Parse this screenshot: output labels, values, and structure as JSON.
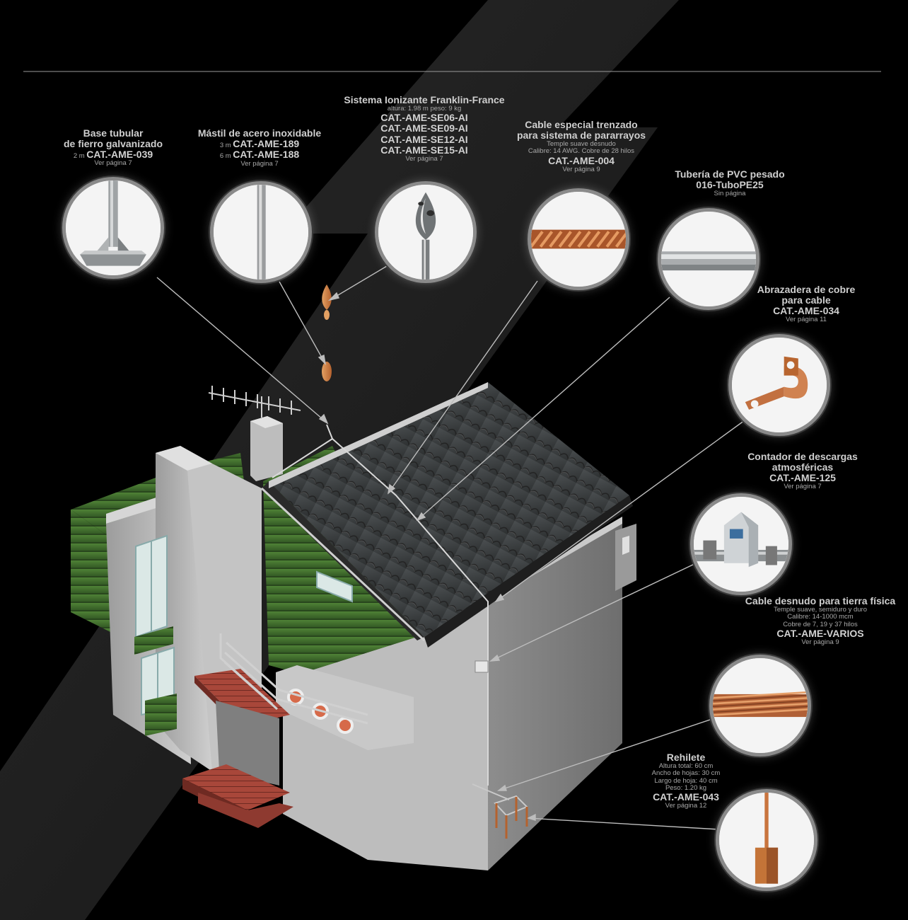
{
  "colors": {
    "background": "#000000",
    "copper": "#c26a3a",
    "wall_gray": "#b8b8b8",
    "siding_green": "#3f6b2e",
    "roof_dark": "#3a3d3e",
    "brick": "#a8473a"
  },
  "labels": {
    "base_tubular": {
      "title1": "Base tubular",
      "title2": "de fierro galvanizado",
      "size": "2 m",
      "cat": "CAT.-AME-039",
      "page": "Ver página 7"
    },
    "mastil": {
      "title": "Mástil de acero inoxidable",
      "size1": "3 m",
      "cat1": "CAT.-AME-189",
      "size2": "6 m",
      "cat2": "CAT.-AME-188",
      "page": "Ver página 7"
    },
    "sistema_ionizante": {
      "title": "Sistema Ionizante Franklin-France",
      "spec": "altura: 1.98 m peso: 9 kg",
      "cats": [
        "CAT.-AME-SE06-AI",
        "CAT.-AME-SE09-AI",
        "CAT.-AME-SE12-AI",
        "CAT.-AME-SE15-AI"
      ],
      "page": "Ver página 7"
    },
    "cable_trenzado": {
      "title1": "Cable especial trenzado",
      "title2": "para sistema de pararrayos",
      "spec1": "Temple suave desnudo",
      "spec2": "Calibre: 14 AWG. Cobre de 28 hilos",
      "cat": "CAT.-AME-004",
      "page": "Ver página 9"
    },
    "tuberia_pvc": {
      "title1": "Tubería de PVC pesado",
      "title2": "016-TuboPE25",
      "page": "Sin página"
    },
    "abrazadera": {
      "title1": "Abrazadera de cobre",
      "title2": "para cable",
      "cat": "CAT.-AME-034",
      "page": "Ver página 11"
    },
    "contador": {
      "title1": "Contador de descargas",
      "title2": "atmosféricas",
      "cat": "CAT.-AME-125",
      "page": "Ver página 7"
    },
    "cable_desnudo": {
      "title": "Cable desnudo para tierra física",
      "spec1": "Temple suave, semiduro y duro",
      "spec2": "Calibre: 14-1000 mcm",
      "spec3": "Cobre de 7, 19 y 37 hilos",
      "cat": "CAT.-AME-VARIOS",
      "page": "Ver página 9"
    },
    "rehilete": {
      "title": "Rehilete",
      "spec1": "Altura total: 60 cm",
      "spec2": "Ancho de hojas: 30 cm",
      "spec3": "Largo de hoja: 40 cm",
      "spec4": "Peso: 1.20 kg",
      "cat": "CAT.-AME-043",
      "page": "Ver página 12"
    }
  }
}
